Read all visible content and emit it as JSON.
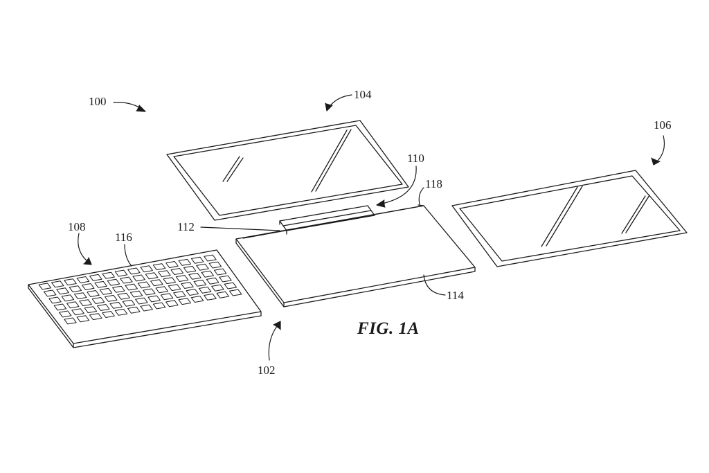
{
  "figure": {
    "title": "FIG. 1A",
    "ink_color": "#1a1a1a",
    "background_color": "#ffffff"
  },
  "components": {
    "device": {
      "ref": "100"
    },
    "base": {
      "ref": "102"
    },
    "display_left": {
      "ref": "104"
    },
    "display_right": {
      "ref": "106"
    },
    "keyboard": {
      "ref": "108"
    },
    "hinge_gap": {
      "ref": "110"
    },
    "hinge": {
      "ref": "112"
    },
    "base_surface": {
      "ref": "114"
    },
    "keys": {
      "ref": "116"
    },
    "base_edge": {
      "ref": "118"
    }
  },
  "keyboard_layout": {
    "rows": 6,
    "keys_per_row": 14
  }
}
